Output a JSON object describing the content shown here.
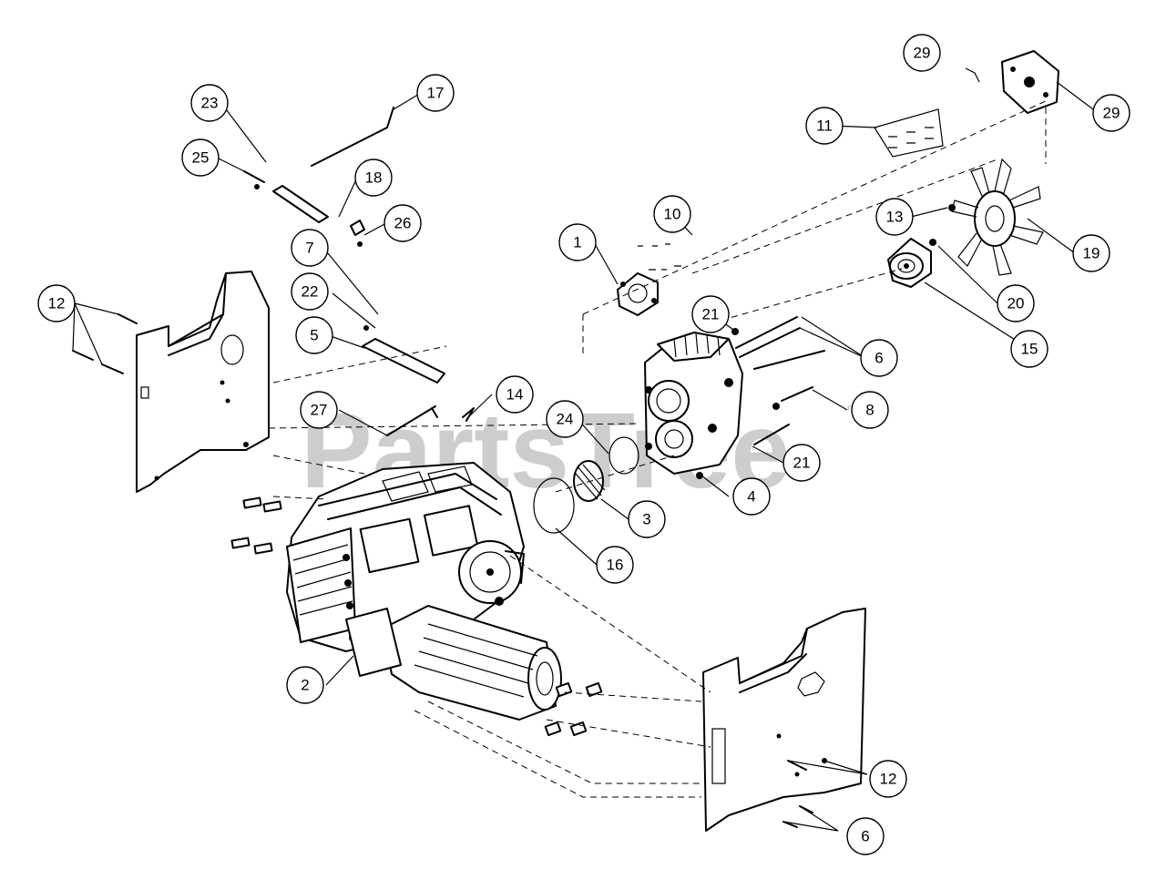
{
  "watermark": {
    "text": "PartsTree",
    "trademark": "™"
  },
  "callouts": [
    {
      "id": "c29a",
      "label": "29"
    },
    {
      "id": "c29b",
      "label": "29"
    },
    {
      "id": "c23",
      "label": "23"
    },
    {
      "id": "c17",
      "label": "17"
    },
    {
      "id": "c25",
      "label": "25"
    },
    {
      "id": "c18",
      "label": "18"
    },
    {
      "id": "c26",
      "label": "26"
    },
    {
      "id": "c11",
      "label": "11"
    },
    {
      "id": "c10",
      "label": "10"
    },
    {
      "id": "c1",
      "label": "1"
    },
    {
      "id": "c13",
      "label": "13"
    },
    {
      "id": "c19",
      "label": "19"
    },
    {
      "id": "c7",
      "label": "7"
    },
    {
      "id": "c22",
      "label": "22"
    },
    {
      "id": "c12a",
      "label": "12"
    },
    {
      "id": "c5",
      "label": "5"
    },
    {
      "id": "c21a",
      "label": "21"
    },
    {
      "id": "c20",
      "label": "20"
    },
    {
      "id": "c15",
      "label": "15"
    },
    {
      "id": "c6a",
      "label": "6"
    },
    {
      "id": "c8",
      "label": "8"
    },
    {
      "id": "c14",
      "label": "14"
    },
    {
      "id": "c27",
      "label": "27"
    },
    {
      "id": "c24",
      "label": "24"
    },
    {
      "id": "c21b",
      "label": "21"
    },
    {
      "id": "c4",
      "label": "4"
    },
    {
      "id": "c3",
      "label": "3"
    },
    {
      "id": "c16",
      "label": "16"
    },
    {
      "id": "c2",
      "label": "2"
    },
    {
      "id": "c12b",
      "label": "12"
    },
    {
      "id": "c6b",
      "label": "6"
    }
  ]
}
